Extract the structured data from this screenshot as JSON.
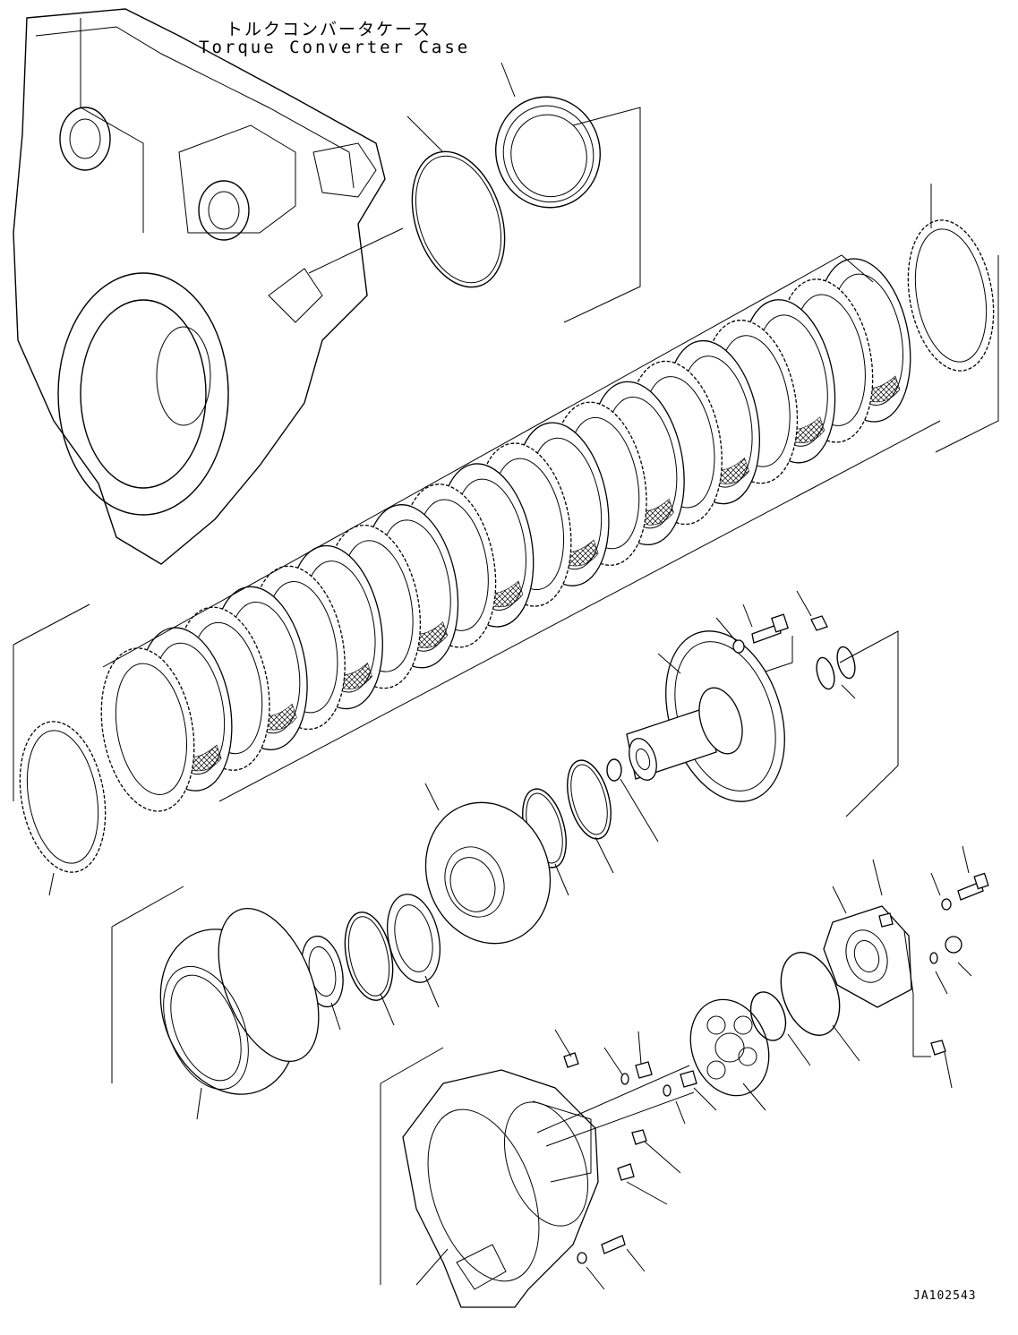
{
  "header": {
    "title_jp": "トルクコンバータケース",
    "title_en": "Torque Converter Case"
  },
  "footer": {
    "ref_code": "JA102543"
  }
}
